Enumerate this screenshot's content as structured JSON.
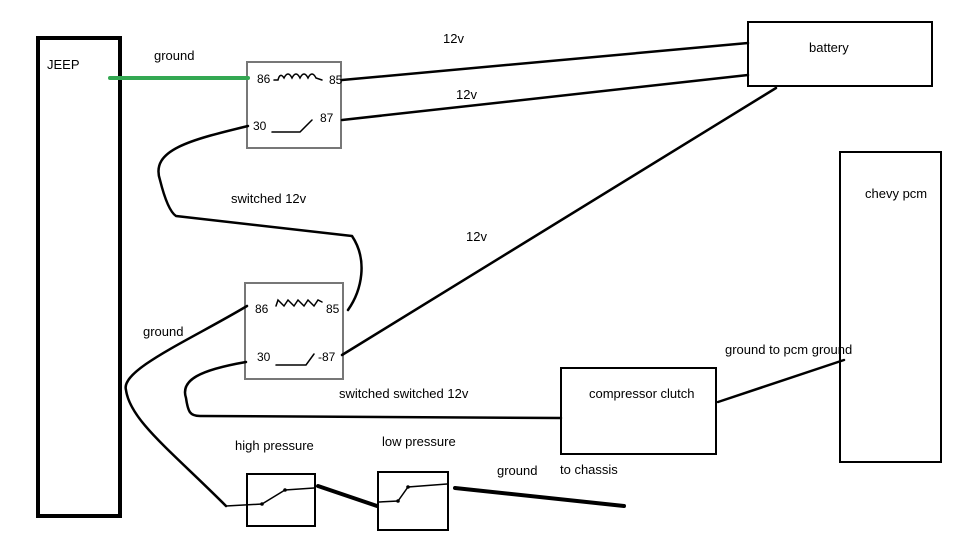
{
  "components": {
    "jeep": "JEEP",
    "battery": "battery",
    "chevy_pcm": "chevy pcm",
    "compressor_clutch": "compressor clutch",
    "high_pressure": "high pressure",
    "low_pressure": "low pressure"
  },
  "relay1": {
    "pin86": "86",
    "pin85": "85",
    "pin30": "30",
    "pin87": "87"
  },
  "relay2": {
    "pin86": "86",
    "pin85": "85",
    "pin30": "30",
    "pin87": "-87"
  },
  "wire_labels": {
    "ground_top": "ground",
    "v12_a": "12v",
    "v12_b": "12v",
    "v12_c": "12v",
    "switched_12v": "switched 12v",
    "ground_left": "ground",
    "switched_switched_12v": "switched switched 12v",
    "ground_to_pcm": "ground to pcm ground",
    "ground_bottom": "ground",
    "to_chassis": "to chassis"
  },
  "colors": {
    "ground_wire": "#33a852",
    "relay_border": "#777777"
  }
}
